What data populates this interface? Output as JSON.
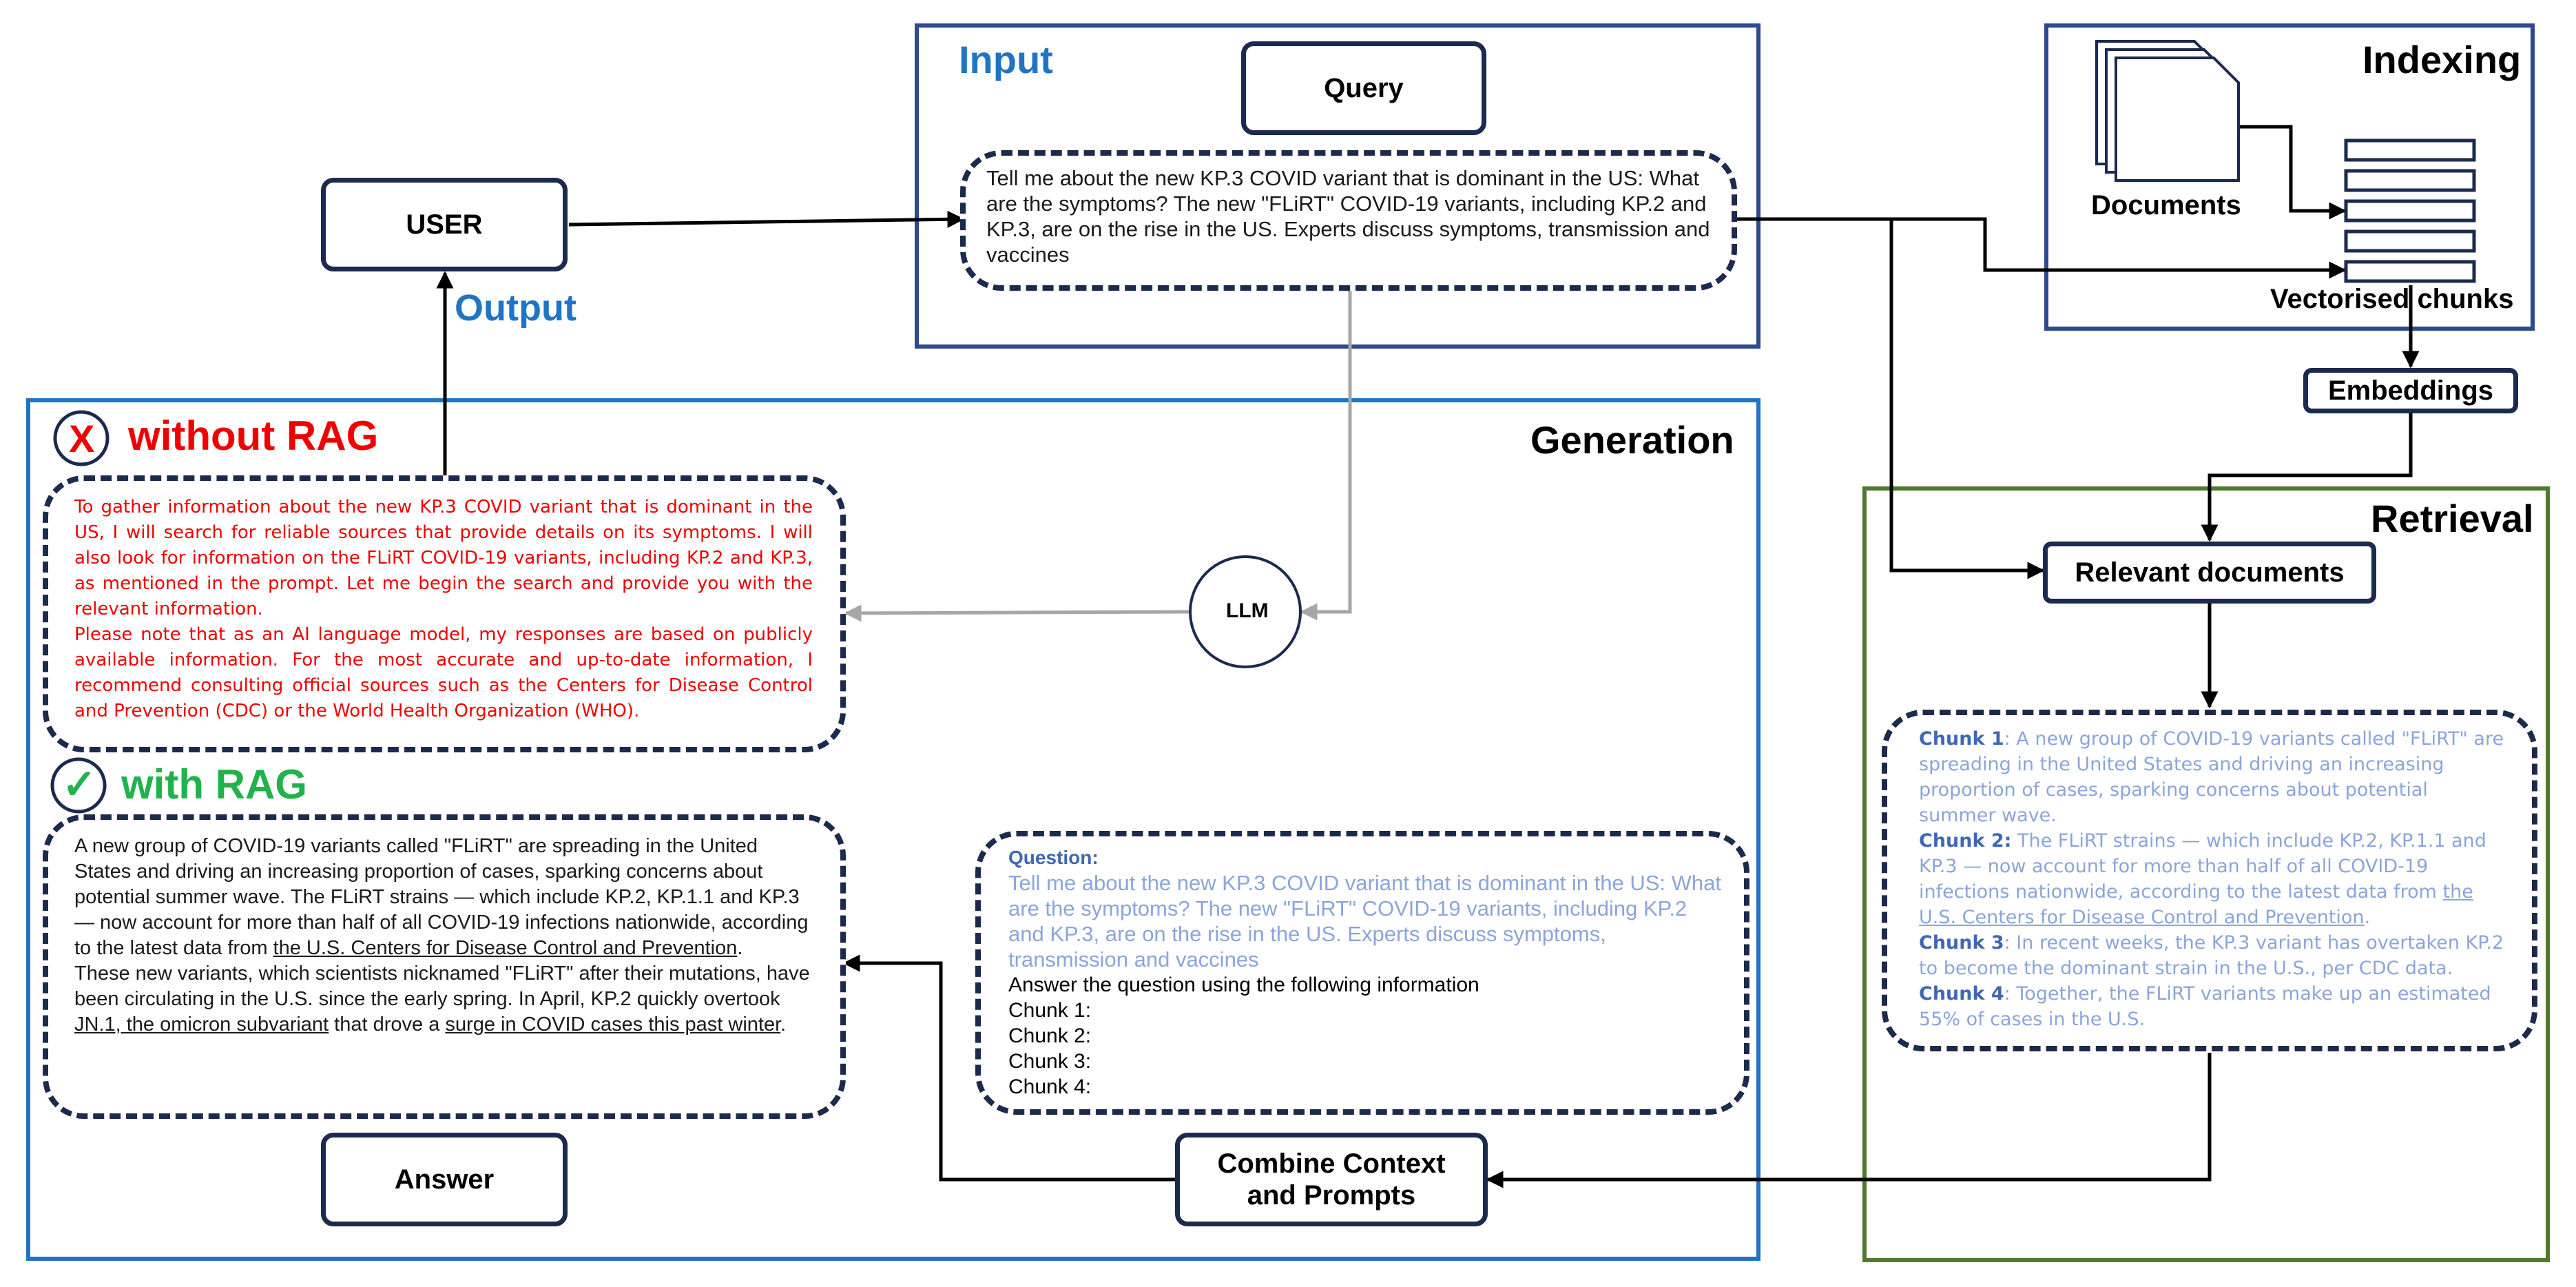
{
  "colors": {
    "dark_navy": "#1b2a4e",
    "input_border": "#2c4a8c",
    "generation_border": "#1f75c4",
    "retrieval_border": "#4e7a2e",
    "accent_blue": "#1f75c4",
    "without_rag_red": "#f00000",
    "with_rag_green": "#21b24b",
    "question_blue": "#8aa5d9",
    "question_label": "#3f67b5",
    "gray_arrow": "#a6a6a6"
  },
  "panels": {
    "input_title": "Input",
    "indexing_title": "Indexing",
    "generation_title": "Generation",
    "retrieval_title": "Retrieval"
  },
  "nodes": {
    "query": "Query",
    "user": "USER",
    "output_label": "Output",
    "documents_label": "Documents",
    "vectorised_chunks_label": "Vectorised chunks",
    "embeddings": "Embeddings",
    "relevant_documents": "Relevant documents",
    "llm": "LLM",
    "answer": "Answer",
    "combine_line1": "Combine Context",
    "combine_line2": "and Prompts"
  },
  "query_text": "Tell me about the new KP.3 COVID variant that is dominant in the US: What are the symptoms? The new \"FLiRT\" COVID-19 variants, including KP.2 and KP.3, are on the rise in the US. Experts discuss symptoms, transmission and vaccines",
  "without_rag": {
    "mark": "X",
    "label": "without RAG",
    "para1": "To gather information about the new KP.3 COVID variant that is dominant in the US, I will search for reliable sources that provide details on its symptoms. I will also look for information on the FLiRT COVID-19 variants, including KP.2 and KP.3, as mentioned in the prompt. Let me begin the search and provide you with the relevant information.",
    "para2": "Please note that as an AI language model, my responses are based on publicly available information. For the most accurate and up-to-date information, I recommend consulting official sources such as the Centers for Disease Control and Prevention (CDC) or the World Health Organization (WHO)."
  },
  "with_rag": {
    "mark": "✓",
    "label": "with RAG",
    "p1_a": "A new group of COVID-19 variants called \"FLiRT\" are spreading in the United States and driving an increasing proportion of cases, sparking concerns about potential summer wave. The FLiRT strains — which include KP.2, KP.1.1 and KP.3 — now account for more than half of all COVID-19 infections nationwide, according to the latest data from ",
    "p1_link": "the U.S. Centers for Disease Control and Prevention",
    "p1_end": ".",
    "p2_a": "These new variants, which scientists nicknamed \"FLiRT\" after their mutations, have been circulating in the U.S. since the early spring. In April, KP.2 quickly overtook ",
    "p2_link1": "JN.1, the omicron subvariant",
    "p2_b": " that drove a ",
    "p2_link2": "surge in COVID cases this past winter",
    "p2_end": "."
  },
  "prompt": {
    "question_label": "Question:",
    "question_text": "Tell me about the new KP.3 COVID variant that is dominant in the US: What are the symptoms? The new \"FLiRT\" COVID-19 variants, including KP.2 and KP.3, are on the rise in the US. Experts discuss symptoms, transmission and vaccines",
    "instruction": "Answer the question using the following information",
    "chunk1": "Chunk 1:",
    "chunk2": "Chunk 2:",
    "chunk3": "Chunk 3:",
    "chunk4": "Chunk 4:"
  },
  "retrieved_chunks": {
    "c1_label": "Chunk 1",
    "c1_text": ": A new group of COVID-19 variants called \"FLiRT\" are spreading in the United States and driving an increasing proportion of cases, sparking concerns about potential summer wave.",
    "c2_label": "Chunk 2:",
    "c2_text": " The FLiRT strains — which include KP.2, KP.1.1 and KP.3 — now account for more than half of all COVID-19 infections nationwide, according to the latest data from ",
    "c2_link": "the U.S. Centers for Disease Control and Prevention",
    "c2_end": ".",
    "c3_label": "Chunk 3",
    "c3_text": ": In recent weeks, the KP.3 variant has overtaken KP.2 to become the dominant strain in the U.S., per CDC data.",
    "c4_label": "Chunk 4",
    "c4_text": ": Together, the FLiRT variants make up an estimated 55% of cases in the U.S."
  }
}
